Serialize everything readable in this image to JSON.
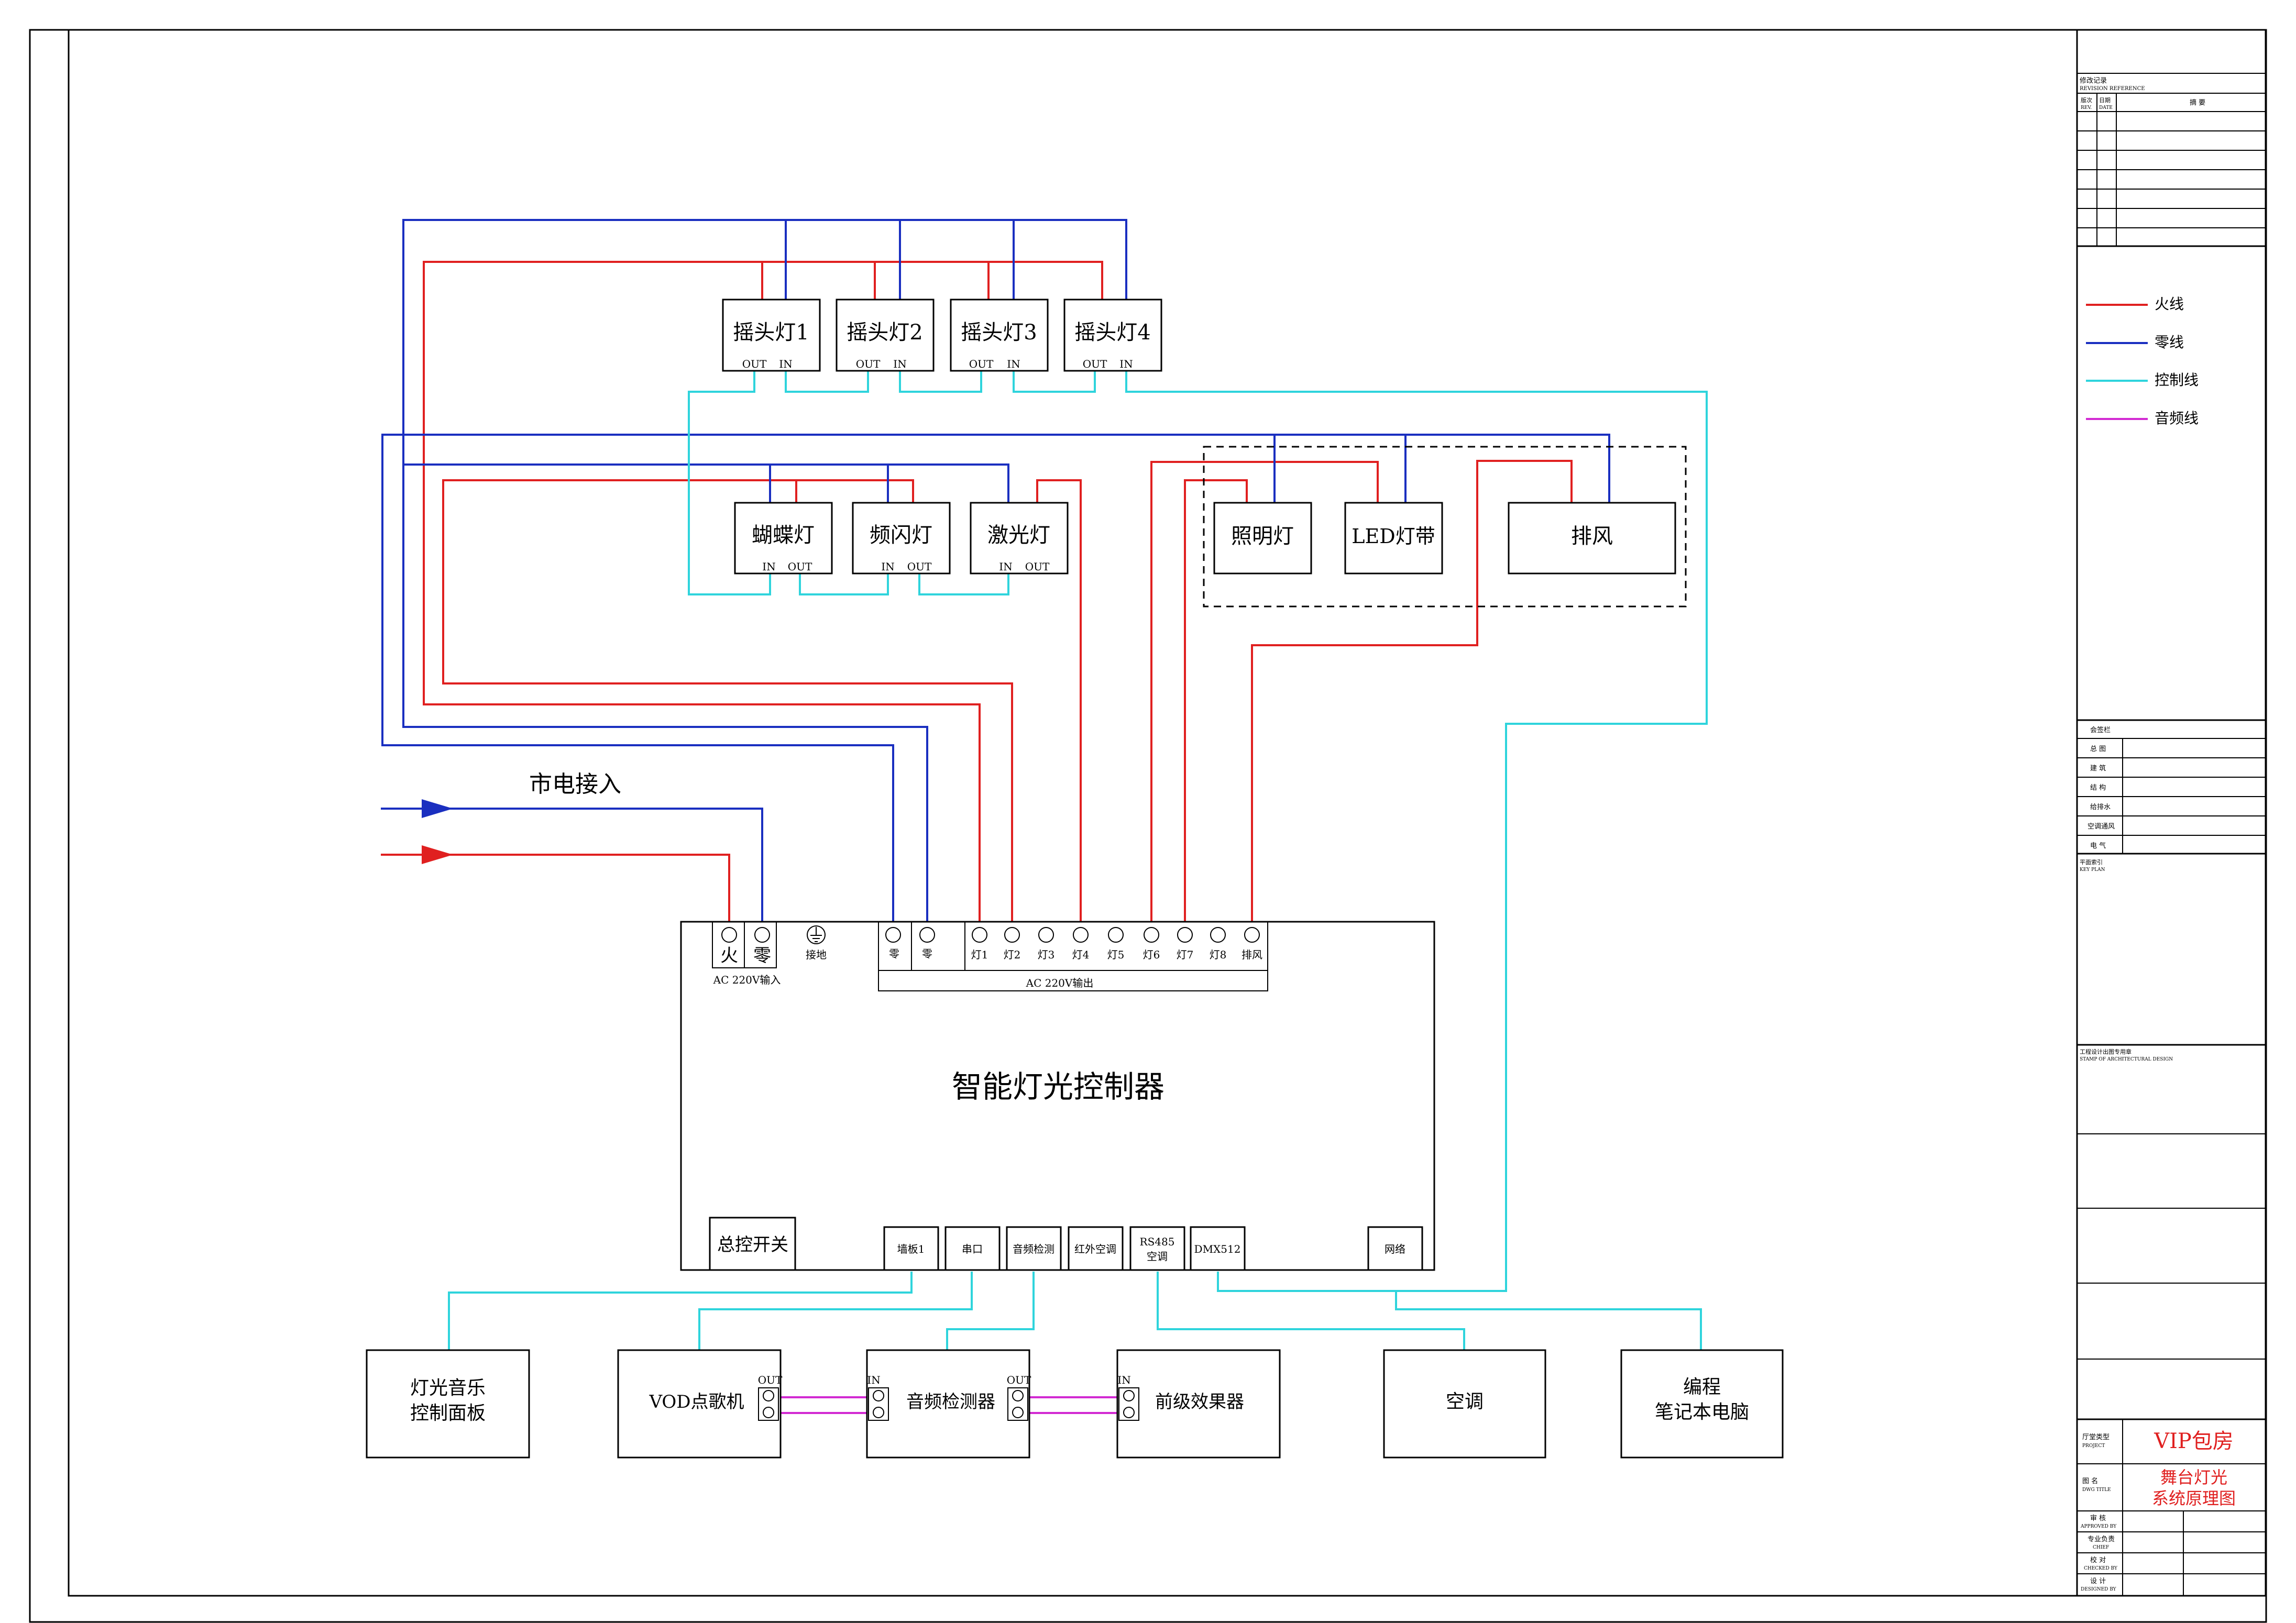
{
  "fixtures": {
    "moving_heads": [
      "摇头灯1",
      "摇头灯2",
      "摇头灯3",
      "摇头灯4"
    ],
    "effect_lights": [
      "蝴蝶灯",
      "频闪灯",
      "激光灯"
    ],
    "room_loads": [
      "照明灯",
      "LED灯带",
      "排风"
    ],
    "port_out": "OUT",
    "port_in": "IN"
  },
  "mains": {
    "label": "市电接入"
  },
  "controller": {
    "title": "智能灯光控制器",
    "input_terms": [
      "火",
      "零"
    ],
    "input_caption": "AC 220V输入",
    "ground_label": "接地",
    "neutral_terms": [
      "零",
      "零"
    ],
    "light_terms": [
      "灯1",
      "灯2",
      "灯3",
      "灯4",
      "灯5",
      "灯6",
      "灯7",
      "灯8",
      "排风"
    ],
    "output_caption": "AC 220V输出",
    "master_switch": "总控开关",
    "bottom_ports": [
      "墙板1",
      "串口",
      "音频检测",
      "红外空调",
      "RS485\n空调",
      "DMX512",
      "网络"
    ]
  },
  "devices": {
    "panel": "灯光音乐\n控制面板",
    "vod": "VOD点歌机",
    "audio_detect": "音频检测器",
    "preamp": "前级效果器",
    "aircon": "空调",
    "laptop": "编程\n笔记本电脑"
  },
  "legend": [
    {
      "label": "火线",
      "color": "#e02020"
    },
    {
      "label": "零线",
      "color": "#1a2fc0"
    },
    {
      "label": "控制线",
      "color": "#2fd4dc"
    },
    {
      "label": "音频线",
      "color": "#d22ad2"
    }
  ],
  "title_block": {
    "revision_header": "修改记录",
    "revision_header_en": "REVISION REFERENCE",
    "rev_col": "版次",
    "rev_col_en": "REV.",
    "date_col": "日期",
    "date_col_en": "DATE",
    "summary_col": "摘 要",
    "sign_header": "会签栏",
    "sign_rows": [
      "总 图",
      "建 筑",
      "结 构",
      "给排水",
      "空调通风",
      "电 气"
    ],
    "key_plan": "平面索引",
    "key_plan_en": "KEY PLAN",
    "stamp": "工程设计出图专用章",
    "stamp_en": "STAMP OF ARCHITECTURAL DESIGN",
    "project_label": "厅堂类型",
    "project_label_en": "PROJECT",
    "project_value": "VIP包房",
    "drawing_label": "图 名",
    "drawing_label_en": "DWG TITLE",
    "drawing_value": "舞台灯光\n系统原理图",
    "approved": "审 核",
    "approved_en": "APPROVED BY",
    "lead": "专业负责",
    "lead_en": "CHIEF",
    "checked": "校 对",
    "checked_en": "CHECKED BY",
    "designed": "设 计",
    "designed_en": "DESIGNED BY"
  }
}
